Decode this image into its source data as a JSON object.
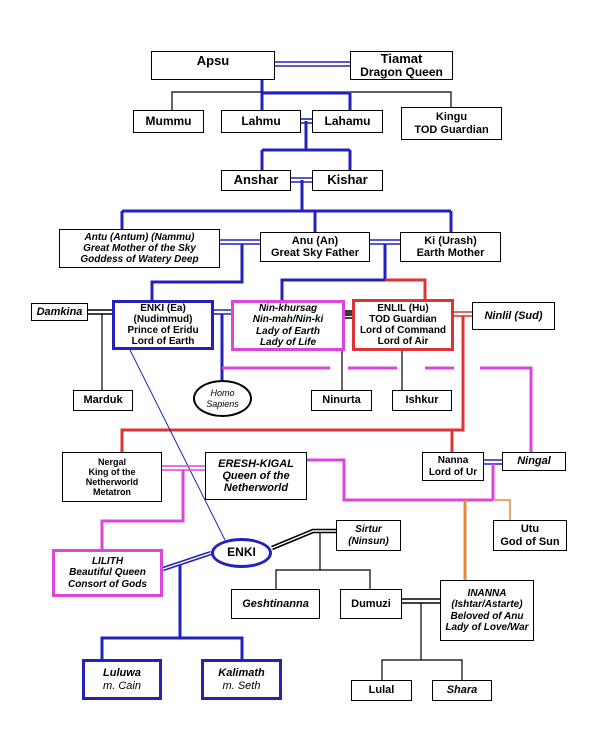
{
  "title": "Anunnaki Family Tree",
  "colors": {
    "blue": "#2222bb",
    "magenta": "#dd44dd",
    "red": "#dd3333",
    "orange": "#e08a3a",
    "black": "#000000"
  },
  "nodes": {
    "apsu": {
      "lines": [
        "Apsu"
      ]
    },
    "tiamat": {
      "lines": [
        "Tiamat",
        "Dragon Queen"
      ]
    },
    "mummu": {
      "lines": [
        "Mummu"
      ]
    },
    "lahmu": {
      "lines": [
        "Lahmu"
      ]
    },
    "lahamu": {
      "lines": [
        "Lahamu"
      ]
    },
    "kingu": {
      "lines": [
        "Kingu",
        "TOD Guardian"
      ]
    },
    "anshar": {
      "lines": [
        "Anshar"
      ]
    },
    "kishar": {
      "lines": [
        "Kishar"
      ]
    },
    "antu": {
      "lines": [
        "Antu (Antum) (Nammu)",
        "Great Mother of the Sky",
        "Goddess of Watery Deep"
      ]
    },
    "anu": {
      "lines": [
        "Anu (An)",
        "Great Sky Father"
      ]
    },
    "ki": {
      "lines": [
        "Ki (Urash)",
        "Earth Mother"
      ]
    },
    "damkina": {
      "lines": [
        "Damkina"
      ]
    },
    "enki": {
      "lines": [
        "ENKI (Ea)",
        "(Nudimmud)",
        "Prince of Eridu",
        "Lord of Earth"
      ]
    },
    "ninkhursag": {
      "lines": [
        "Nin-khursag",
        "Nin-mah/Nin-ki",
        "Lady of Earth",
        "Lady of Life"
      ]
    },
    "enlil": {
      "lines": [
        "ENLIL (Hu)",
        "TOD Guardian",
        "Lord of Command",
        "Lord of Air"
      ]
    },
    "ninlil": {
      "lines": [
        "Ninlil (Sud)"
      ]
    },
    "marduk": {
      "lines": [
        "Marduk"
      ]
    },
    "homo_sapiens": {
      "lines": [
        "Homo",
        "Sapiens"
      ]
    },
    "ninurta": {
      "lines": [
        "Ninurta"
      ]
    },
    "ishkur": {
      "lines": [
        "Ishkur"
      ]
    },
    "nergal": {
      "lines": [
        "Nergal",
        "King of the",
        "Netherworld",
        "Metatron"
      ]
    },
    "ereshkigal": {
      "lines": [
        "ERESH-KIGAL",
        "Queen of the",
        "Netherworld"
      ]
    },
    "nanna": {
      "lines": [
        "Nanna",
        "Lord of Ur"
      ]
    },
    "ningal": {
      "lines": [
        "Ningal"
      ]
    },
    "utu": {
      "lines": [
        "Utu",
        "God of Sun"
      ]
    },
    "sirtur": {
      "lines": [
        "Sirtur",
        "(Ninsun)"
      ]
    },
    "lilith": {
      "lines": [
        "LILITH",
        "Beautiful Queen",
        "Consort of Gods"
      ]
    },
    "enki2": {
      "lines": [
        "ENKI"
      ]
    },
    "geshtinanna": {
      "lines": [
        "Geshtinanna"
      ]
    },
    "dumuzi": {
      "lines": [
        "Dumuzi"
      ]
    },
    "inanna": {
      "lines": [
        "INANNA",
        "(Ishtar/Astarte)",
        "Beloved of Anu",
        "Lady of Love/War"
      ]
    },
    "luluwa": {
      "lines": [
        "Luluwa",
        "m. Cain"
      ]
    },
    "kalimath": {
      "lines": [
        "Kalimath",
        "m. Seth"
      ]
    },
    "lulal": {
      "lines": [
        "Lulal"
      ]
    },
    "shara": {
      "lines": [
        "Shara"
      ]
    }
  }
}
